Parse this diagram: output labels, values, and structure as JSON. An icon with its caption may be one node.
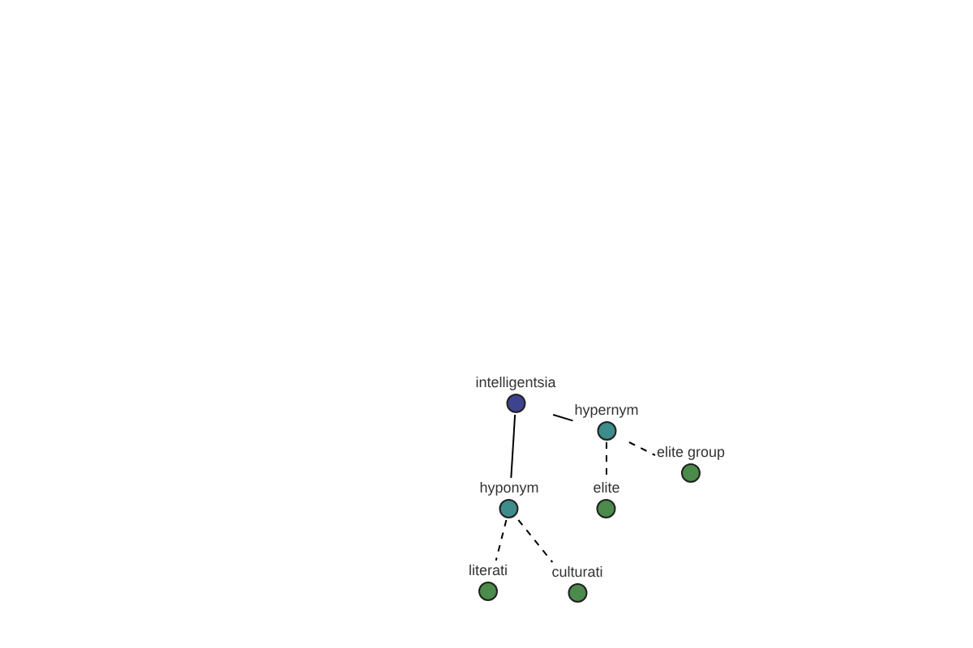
{
  "diagram": {
    "nodes": [
      {
        "text": [
          "intelligentsia"
        ]
      },
      {
        "text": [
          "hypernym"
        ]
      },
      {
        "text": [
          "elite group"
        ]
      },
      {
        "text": [
          "hyponym"
        ]
      },
      {
        "text": [
          "elite"
        ]
      },
      {
        "text": [
          "literati"
        ]
      },
      {
        "text": [
          "culturati"
        ]
      }
    ],
    "edges": [
      {
        "from": 0,
        "to": 1,
        "arrow": "none"
      },
      {
        "from": 1,
        "to": 2,
        "arrow": "none",
        "style": "dashed"
      },
      {
        "from": 1,
        "to": 4,
        "arrow": "none",
        "style": "dashed"
      },
      {
        "from": 0,
        "to": 3,
        "arrow": "none"
      },
      {
        "from": 3,
        "to": 5,
        "arrow": "none",
        "style": "dashed"
      },
      {
        "from": 3,
        "to": 6,
        "arrow": "none",
        "style": "dashed"
      }
    ]
  }
}
